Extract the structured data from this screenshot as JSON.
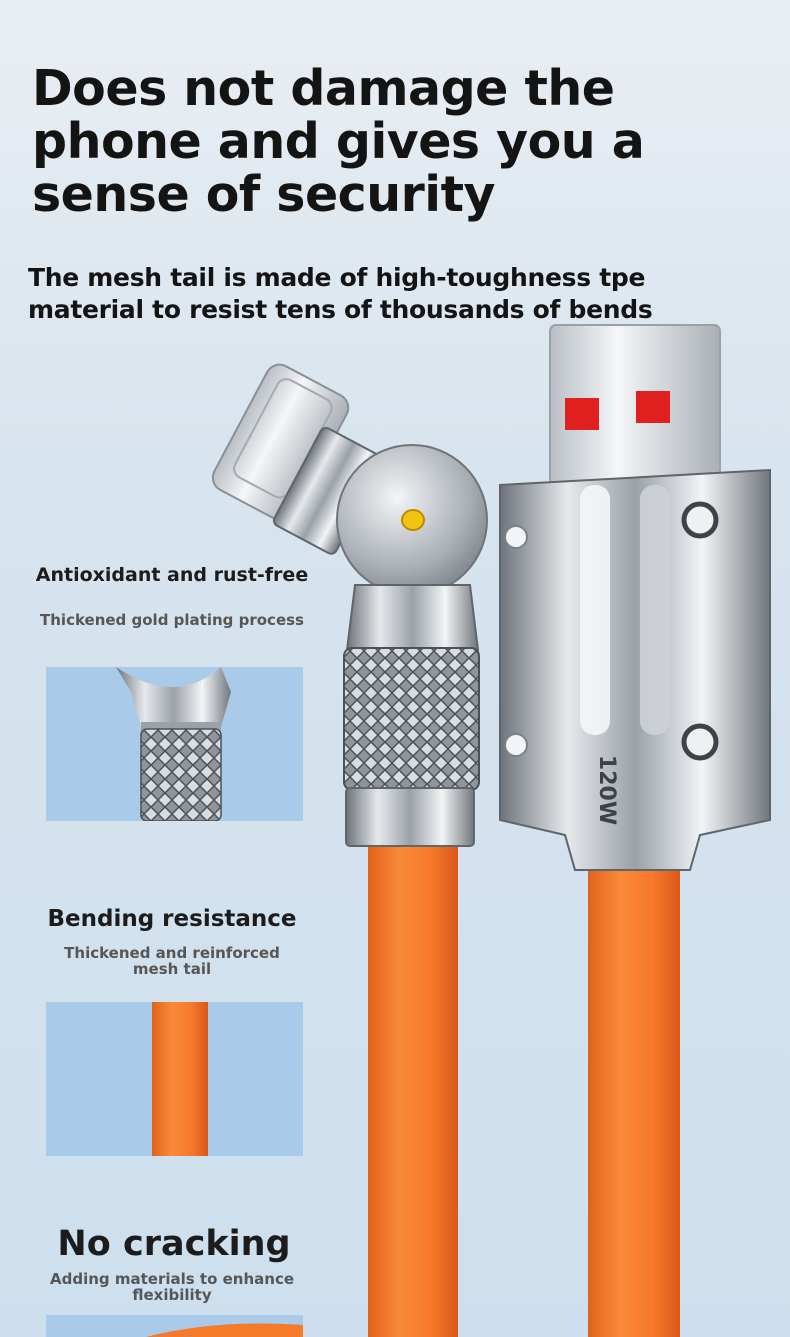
{
  "headline": "Does not damage the phone and gives you a sense of security",
  "subheadline": "The mesh tail is made of high-toughness tpe material to resist tens of thousands of bends",
  "features": [
    {
      "title": "Antioxidant and rust-free",
      "subtitle": "Thickened gold plating process"
    },
    {
      "title": "Bending resistance",
      "subtitle": "Thickened and reinforced mesh tail"
    },
    {
      "title": "No cracking",
      "subtitle": "Adding materials to enhance flexibility"
    }
  ],
  "product": {
    "connector_engraving": "120W"
  },
  "colors": {
    "cable_orange": "#f57a2a",
    "background": "#d8e4ee",
    "usb_contact_red": "#e0201f"
  }
}
